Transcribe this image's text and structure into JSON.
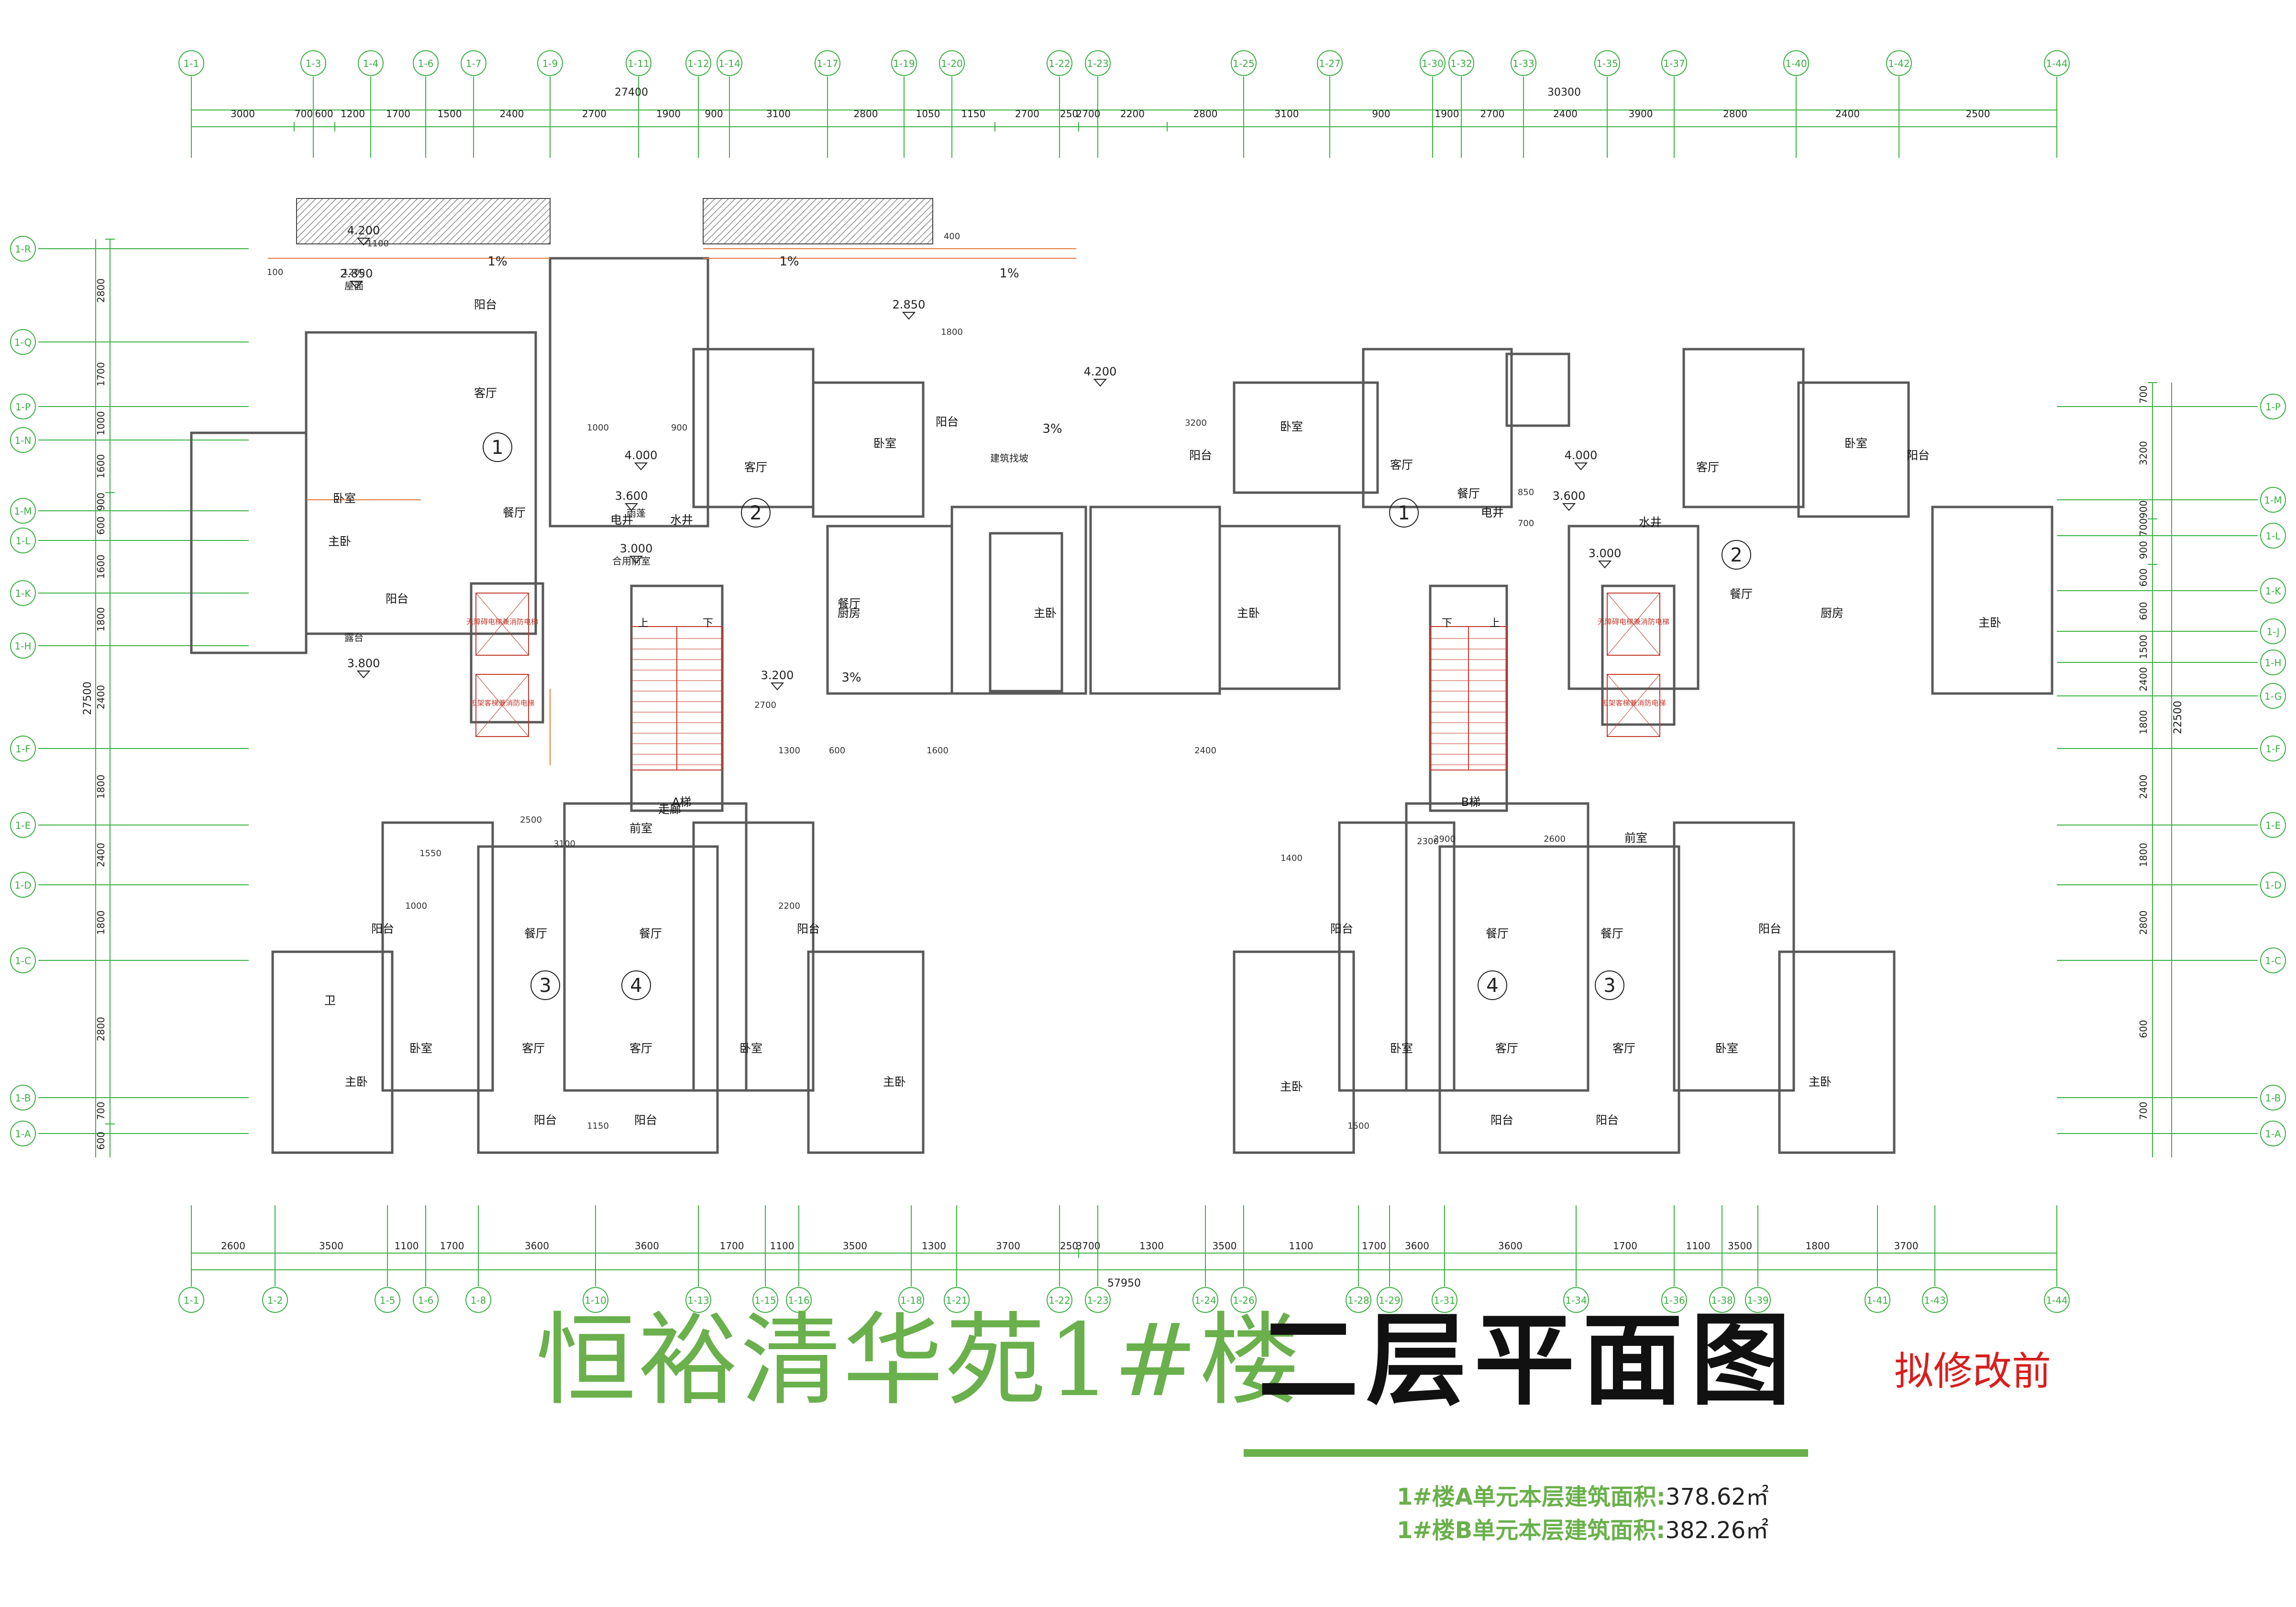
{
  "title": {
    "project": "恒裕清华苑1#楼",
    "drawing": "二层平面图",
    "revision_note": "拟修改前"
  },
  "areas": [
    {
      "label": "1#楼A单元本层建筑面积:",
      "value": "378.62㎡"
    },
    {
      "label": "1#楼B单元本层建筑面积:",
      "value": "382.26㎡"
    }
  ],
  "colors": {
    "axis": "#3cb043",
    "wall": "#595959",
    "title_green": "#6ab04c",
    "revision_red": "#d81e1e",
    "hatch": "#8a8a8a",
    "pipe": "#e07a3a"
  },
  "top_axes": [
    "1-1",
    "1-3",
    "1-4",
    "1-6",
    "1-7",
    "1-9",
    "1-11",
    "1-12",
    "1-14",
    "1-17",
    "1-19",
    "1-20",
    "1-22",
    "1-23",
    "1-25",
    "1-27",
    "1-30",
    "1-32",
    "1-33",
    "1-35",
    "1-37",
    "1-40",
    "1-42",
    "1-44"
  ],
  "top_dims": [
    "3000",
    "700",
    "600",
    "1200",
    "1700",
    "1500",
    "2400",
    "2700",
    "1900",
    "900",
    "3100",
    "2800",
    "1050",
    "1150",
    "2700",
    "250",
    "2700",
    "2200",
    "2800",
    "3100",
    "900",
    "1900",
    "2700",
    "2400",
    "3900",
    "2800",
    "2400",
    "2500"
  ],
  "top_totals": [
    "27400",
    "30300"
  ],
  "bottom_axes": [
    "1-1",
    "1-2",
    "1-5",
    "1-6",
    "1-8",
    "1-10",
    "1-13",
    "1-15",
    "1-16",
    "1-18",
    "1-21",
    "1-22",
    "1-23",
    "1-24",
    "1-26",
    "1-28",
    "1-29",
    "1-31",
    "1-34",
    "1-36",
    "1-38",
    "1-39",
    "1-41",
    "1-43",
    "1-44"
  ],
  "bottom_dims": [
    "2600",
    "3500",
    "1100",
    "1700",
    "3600",
    "3600",
    "1700",
    "1100",
    "3500",
    "1300",
    "3700",
    "250",
    "3700",
    "1300",
    "3500",
    "1100",
    "1700",
    "3600",
    "3600",
    "1700",
    "1100",
    "3500",
    "1800",
    "3700"
  ],
  "bottom_total": "57950",
  "left_axes": [
    "1-R",
    "1-Q",
    "1-P",
    "1-N",
    "1-M",
    "1-L",
    "1-K",
    "1-H",
    "1-F",
    "1-E",
    "1-D",
    "1-C",
    "1-B",
    "1-A"
  ],
  "left_dims": [
    "2800",
    "1700",
    "1000",
    "1600",
    "900",
    "600",
    "1600",
    "1800",
    "2400",
    "1800",
    "2400",
    "1800",
    "2800",
    "700",
    "600"
  ],
  "left_total": "27500",
  "right_axes": [
    "1-P",
    "1-M",
    "1-L",
    "1-K",
    "1-J",
    "1-H",
    "1-G",
    "1-F",
    "1-E",
    "1-D",
    "1-C",
    "1-B",
    "1-A"
  ],
  "right_dims": [
    "700",
    "3200",
    "900",
    "700",
    "900",
    "600",
    "600",
    "1500",
    "2400",
    "1800",
    "2400",
    "1800",
    "2800",
    "600",
    "700"
  ],
  "right_total": "22500",
  "levels": [
    "4.200",
    "2.850",
    "4.000",
    "3.600",
    "3.000",
    "3.200",
    "3.800",
    "4.200",
    "2.850",
    "4.000",
    "3.600",
    "3.000"
  ],
  "slopes": [
    "1%",
    "1%",
    "1%",
    "3%",
    "3%"
  ],
  "level_notes": [
    "屋面",
    "雨蓬",
    "合用前室",
    "露台",
    "建筑找坡"
  ],
  "unit_numbers": [
    "1",
    "2",
    "3",
    "4",
    "1",
    "2",
    "4",
    "3"
  ],
  "rooms": [
    "阳台",
    "客厅",
    "卧室",
    "主卧",
    "餐厅",
    "厨房",
    "卫",
    "电井",
    "水井",
    "走廊",
    "前室",
    "露台",
    "雨蓬"
  ],
  "stairs": [
    {
      "name": "A梯",
      "up": "上",
      "down": "下"
    },
    {
      "name": "B梯",
      "up": "上",
      "down": "下"
    }
  ],
  "elevators": [
    "无障碍电梯兼消防电梯",
    "担架客梯兼消防电梯"
  ],
  "misc_dims": [
    "1200",
    "100",
    "1100",
    "1800",
    "400",
    "1000",
    "900",
    "2700",
    "3200",
    "1300",
    "600",
    "1600",
    "2400",
    "2500",
    "3100",
    "1550",
    "1000",
    "2200",
    "1400",
    "2900",
    "2600",
    "1150",
    "1500",
    "2300",
    "850",
    "700"
  ]
}
